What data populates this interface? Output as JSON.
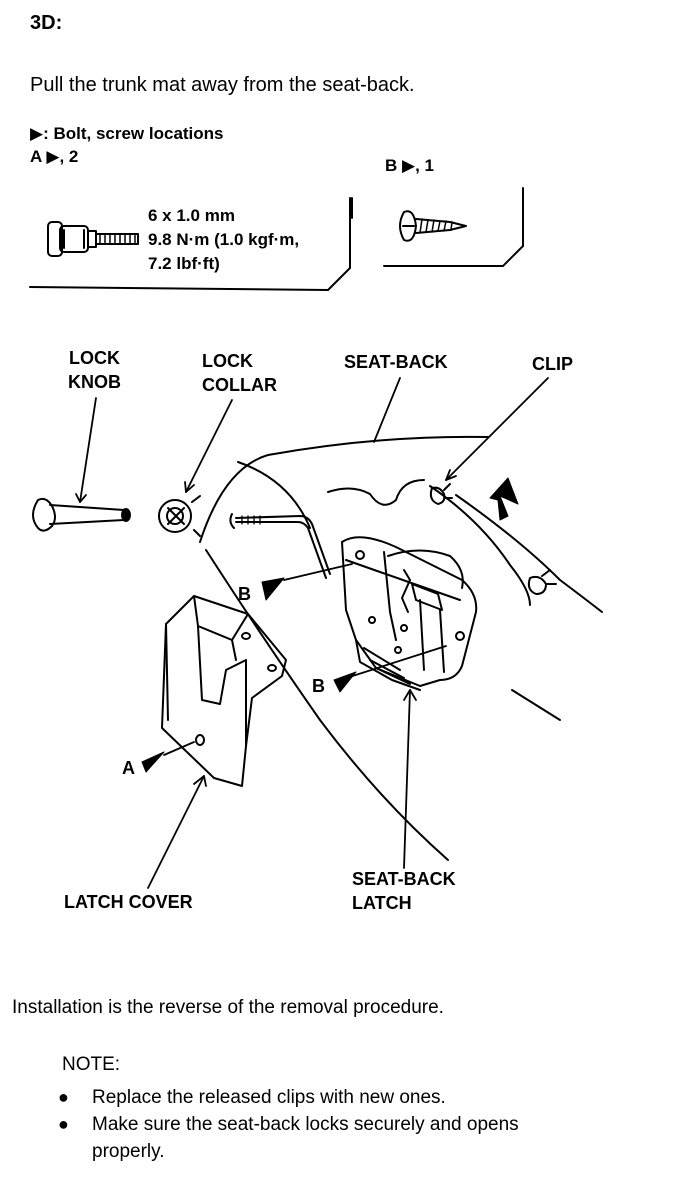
{
  "step_label": "3D:",
  "instruction": "Pull the trunk mat away from the seat-back.",
  "fastener_legend": {
    "symbol_text": "▶: Bolt, screw locations",
    "group_a": "A ▶, 2",
    "group_b": "B ▶, 1",
    "spec_line_1": "6 x 1.0 mm",
    "spec_line_2": "9.8 N·m (1.0 kgf·m,",
    "spec_line_3": "7.2 lbf·ft)"
  },
  "callouts": {
    "lock_knob_1": "LOCK",
    "lock_knob_2": "KNOB",
    "lock_collar_1": "LOCK",
    "lock_collar_2": "COLLAR",
    "seat_back": "SEAT-BACK",
    "clip": "CLIP",
    "b_upper": "B",
    "b_lower": "B",
    "a_marker": "A",
    "latch_cover": "LATCH COVER",
    "seat_back_latch_1": "SEAT-BACK",
    "seat_back_latch_2": "LATCH"
  },
  "footer": {
    "installation": "Installation is the reverse of the removal procedure.",
    "note_heading": "NOTE:",
    "bullets": [
      {
        "line1": "Replace the released clips with new ones.",
        "line2": ""
      },
      {
        "line1": "Make sure the seat-back locks securely and opens",
        "line2": "properly."
      }
    ]
  }
}
